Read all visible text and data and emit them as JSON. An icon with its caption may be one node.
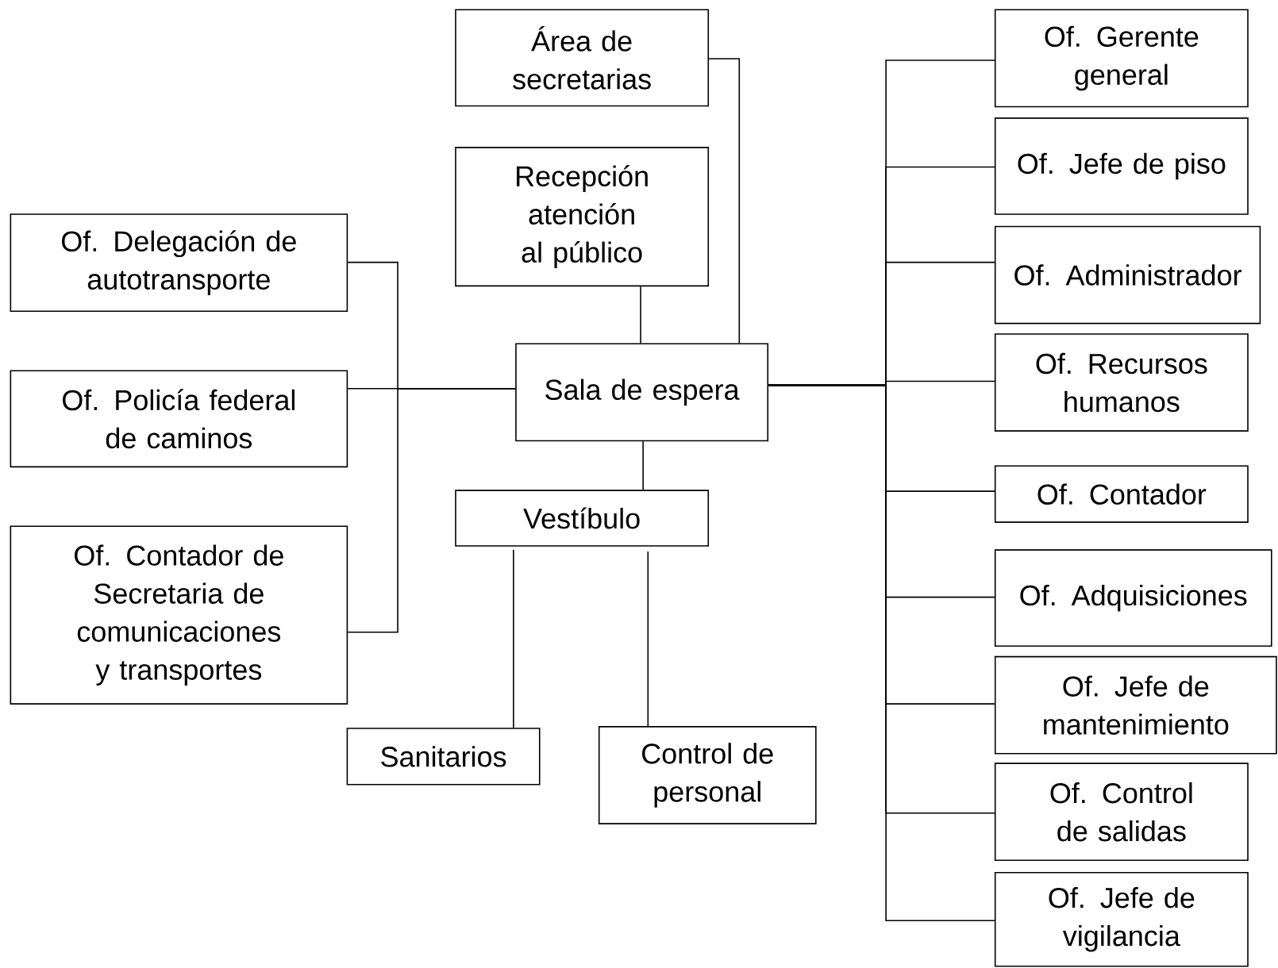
{
  "diagram": {
    "nodes": [
      {
        "text": [
          "Área de secretarias"
        ]
      },
      {
        "text": [
          "Recepción atención al público"
        ]
      },
      {
        "text": [
          "Of. Delegación de autotransporte"
        ]
      },
      {
        "text": [
          "Of. Policía federal de caminos"
        ]
      },
      {
        "text": [
          "Of. Contador de Secretaria de comunicaciones y transportes"
        ]
      },
      {
        "text": [
          "Sala de espera"
        ]
      },
      {
        "text": [
          "Vestíbulo"
        ]
      },
      {
        "text": [
          "Sanitarios"
        ]
      },
      {
        "text": [
          "Control de personal"
        ]
      },
      {
        "text": [
          "Of. Gerente general"
        ]
      },
      {
        "text": [
          "Of. Jefe de piso"
        ]
      },
      {
        "text": [
          "Of. Administrador"
        ]
      },
      {
        "text": [
          "Of. Recursos humanos"
        ]
      },
      {
        "text": [
          "Of. Contador"
        ]
      },
      {
        "text": [
          "Of. Adquisiciones"
        ]
      },
      {
        "text": [
          "Of. Jefe de mantenimiento"
        ]
      },
      {
        "text": [
          "Of. Control de salidas"
        ]
      },
      {
        "text": [
          "Of. Jefe de vigilancia"
        ]
      }
    ],
    "edges": [
      {
        "from": 5,
        "to": 0,
        "arrow": "none"
      },
      {
        "from": 5,
        "to": 1,
        "arrow": "none"
      },
      {
        "from": 5,
        "to": 2,
        "arrow": "none"
      },
      {
        "from": 5,
        "to": 3,
        "arrow": "none"
      },
      {
        "from": 5,
        "to": 4,
        "arrow": "none"
      },
      {
        "from": 5,
        "to": 6,
        "arrow": "none"
      },
      {
        "from": 6,
        "to": 7,
        "arrow": "none"
      },
      {
        "from": 6,
        "to": 8,
        "arrow": "none"
      },
      {
        "from": 5,
        "to": 9,
        "arrow": "none"
      },
      {
        "from": 5,
        "to": 10,
        "arrow": "none"
      },
      {
        "from": 5,
        "to": 11,
        "arrow": "none"
      },
      {
        "from": 5,
        "to": 12,
        "arrow": "none"
      },
      {
        "from": 5,
        "to": 13,
        "arrow": "none"
      },
      {
        "from": 5,
        "to": 14,
        "arrow": "none"
      },
      {
        "from": 5,
        "to": 15,
        "arrow": "none"
      },
      {
        "from": 5,
        "to": 16,
        "arrow": "none"
      },
      {
        "from": 5,
        "to": 17,
        "arrow": "none"
      }
    ]
  }
}
